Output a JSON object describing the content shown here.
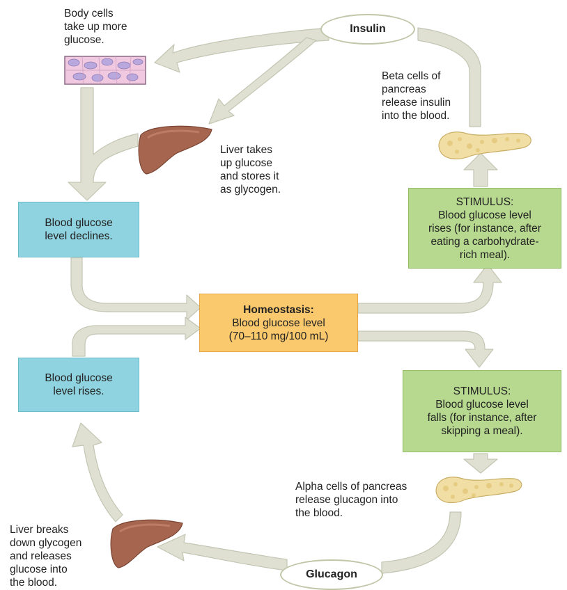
{
  "insulin_label": "Insulin",
  "glucagon_label": "Glucagon",
  "body_cells_text": "Body cells\ntake up more\nglucose.",
  "liver_top_text": "Liver takes\nup glucose\nand stores it\nas glycogen.",
  "beta_cells_text": "Beta cells of\npancreas\nrelease insulin\ninto the blood.",
  "decline_box": "Blood glucose\nlevel declines.",
  "rises_box": "Blood glucose\nlevel rises.",
  "stimulus_rise": {
    "heading": "STIMULUS:",
    "text": "Blood glucose level\nrises (for instance, after\neating a carbohydrate-\nrich meal)."
  },
  "homeostasis": {
    "heading": "Homeostasis:",
    "text": "Blood glucose level\n(70–110 mg/100 mL)"
  },
  "stimulus_fall": {
    "heading": "STIMULUS:",
    "text": "Blood glucose level\nfalls (for instance, after\nskipping a meal)."
  },
  "alpha_cells_text": "Alpha cells of pancreas\nrelease glucagon into\nthe blood.",
  "liver_bottom_text": "Liver breaks\ndown glycogen\nand releases\nglucose into\nthe blood.",
  "colors": {
    "arrow": "#dfe0d2",
    "arrow_outline": "#c3c6b3",
    "blue_box": "#8fd3e0",
    "green_box": "#b6d88f",
    "homeostasis_box": "#fbc96d",
    "liver": "#a6654f",
    "pancreas": "#f1dea5",
    "cells": "#f0c8e0"
  },
  "icons": [
    "cells-icon",
    "liver-icon",
    "pancreas-icon"
  ]
}
